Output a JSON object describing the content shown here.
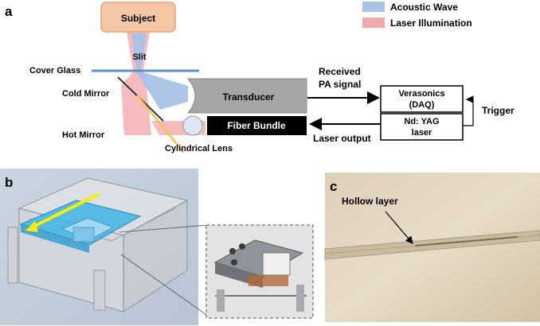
{
  "panels": {
    "a": {
      "letter": "a"
    },
    "b": {
      "letter": "b"
    },
    "c": {
      "letter": "c"
    }
  },
  "legend": {
    "acoustic": {
      "label": "Acoustic Wave",
      "color": "#a9c2e6"
    },
    "laser": {
      "label": "Laser Illumination",
      "color": "#f4a9ae"
    }
  },
  "schematic": {
    "subject": "Subject",
    "slit": "Slit",
    "cover_glass": "Cover Glass",
    "cold_mirror": "Cold Mirror",
    "hot_mirror": "Hot Mirror",
    "cylindrical_lens": "Cylindrical Lens",
    "transducer": "Transducer",
    "fiber_bundle": "Fiber Bundle",
    "received_line1": "Received",
    "received_line2": "PA signal",
    "laser_output": "Laser output",
    "verasonics_line1": "Verasonics",
    "verasonics_line2": "(DAQ)",
    "laser_line1": "Nd: YAG",
    "laser_line2": "laser",
    "trigger": "Trigger"
  },
  "photo": {
    "hollow_layer": "Hollow layer"
  },
  "colors": {
    "subject_fill": "#f6c7a4",
    "subject_stroke": "#e7a477",
    "transducer_fill": "#a6a6a6",
    "fiber_fill": "#000000",
    "cover_glass": "#5b8fd0",
    "hot_mirror": "#f2c24f",
    "render_bg": "#c3cedb",
    "arrow_yellow": "#f5f000",
    "photo_bg": "#d6c6ac"
  }
}
